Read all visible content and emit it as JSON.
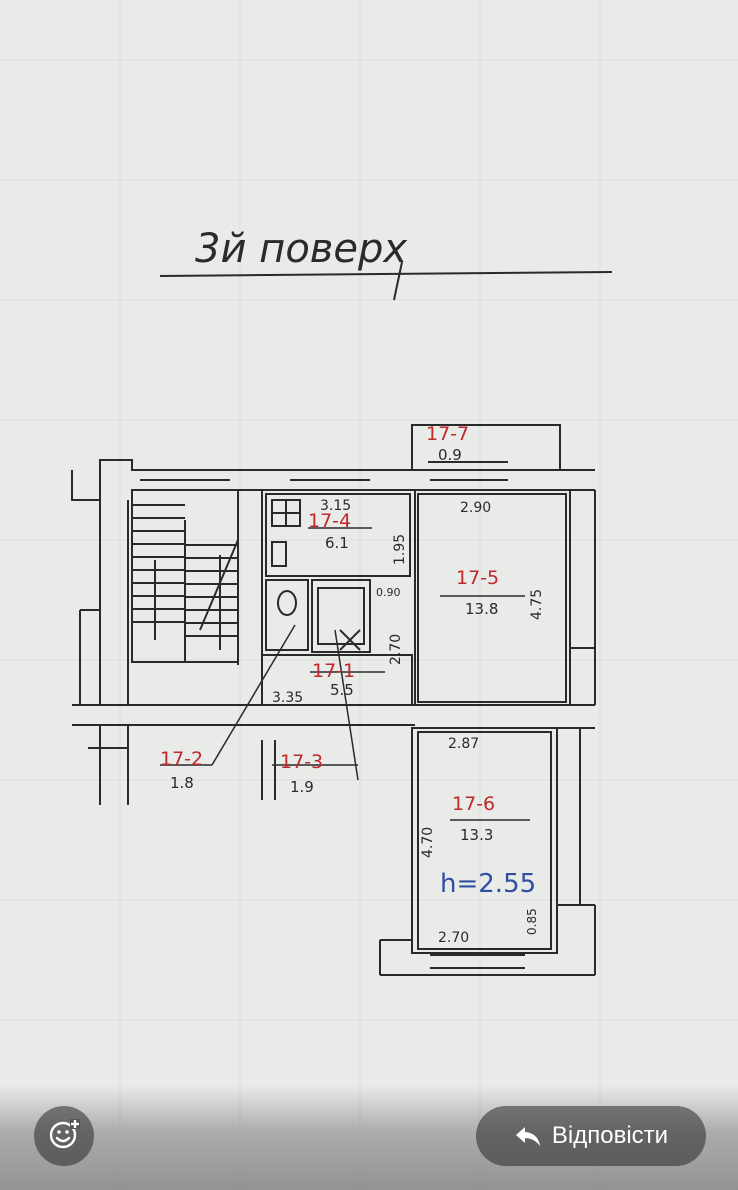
{
  "plan": {
    "title": "3й поверх",
    "rooms": [
      {
        "id": "17-7",
        "area": "0.9"
      },
      {
        "id": "17-4",
        "area": "6.1"
      },
      {
        "id": "17-5",
        "area": "13.8"
      },
      {
        "id": "17-1",
        "area": "5.5"
      },
      {
        "id": "17-2",
        "area": "1.8"
      },
      {
        "id": "17-3",
        "area": "1.9"
      },
      {
        "id": "17-6",
        "area": "13.3"
      }
    ],
    "dimensions": {
      "d_315": "3.15",
      "d_195": "1.95",
      "d_290": "2.90",
      "d_475": "4.75",
      "d_090": "0.90",
      "d_270a": "2.70",
      "d_335": "3.35",
      "d_287": "2.87",
      "d_470": "4.70",
      "d_085": "0.85",
      "d_270b": "2.70"
    },
    "height_note": "h=2.55",
    "colors": {
      "room_id": "#c0282a",
      "height_note": "#2f4fa3",
      "ink": "#2a2a2a"
    }
  },
  "actions": {
    "react_icon": "smile-plus-icon",
    "reply_icon": "reply-arrow-icon",
    "reply_label": "Відповісти"
  }
}
